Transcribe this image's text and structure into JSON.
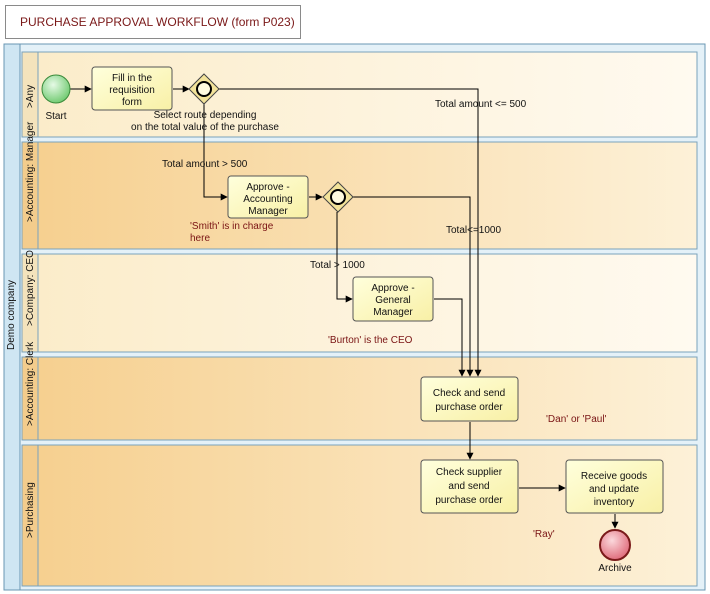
{
  "title": "PURCHASE APPROVAL WORKFLOW (form P023)",
  "pool": {
    "label": "Demo company"
  },
  "lanes": [
    {
      "id": "any",
      "label": ">Any"
    },
    {
      "id": "manager",
      "label": ">Accounting: Manager"
    },
    {
      "id": "ceo",
      "label": ">Company: CEO"
    },
    {
      "id": "clerk",
      "label": ">Accounting: Clerk"
    },
    {
      "id": "purchasing",
      "label": ">Purchasing"
    }
  ],
  "events": {
    "start": "Start",
    "end": "Archive"
  },
  "tasks": {
    "fill_requisition": [
      "Fill in the",
      "requisition",
      "form"
    ],
    "approve_accounting_manager": [
      "Approve -",
      "Accounting",
      "Manager"
    ],
    "approve_general_manager": [
      "Approve -",
      "General",
      "Manager"
    ],
    "check_send_order": [
      "Check and send",
      "purchase order"
    ],
    "check_supplier": [
      "Check supplier",
      "and send",
      "purchase order"
    ],
    "receive_goods": [
      "Receive goods",
      "and update",
      "inventory"
    ]
  },
  "gateway_notes": {
    "select_route": [
      "Select route depending",
      "on the total value of the purchase"
    ]
  },
  "flow_labels": {
    "total_le_500": "Total amount <= 500",
    "total_gt_500": "Total amount > 500",
    "total_le_1000": "Total<=1000",
    "total_gt_1000": "Total > 1000"
  },
  "annotations": {
    "smith": [
      "'Smith' is in charge",
      "here"
    ],
    "burton": "'Burton' is the CEO",
    "dan_paul": "'Dan' or 'Paul'",
    "ray": "'Ray'"
  },
  "colors": {
    "lane_light": "#fdf6e4",
    "lane_orange": "#f9dca7",
    "task_fill": "#ffffc4",
    "start_fill": "#7cd07c",
    "end_fill": "#e2707c",
    "gateway_fill": "#f3e39a",
    "title_text": "#7a1818"
  }
}
